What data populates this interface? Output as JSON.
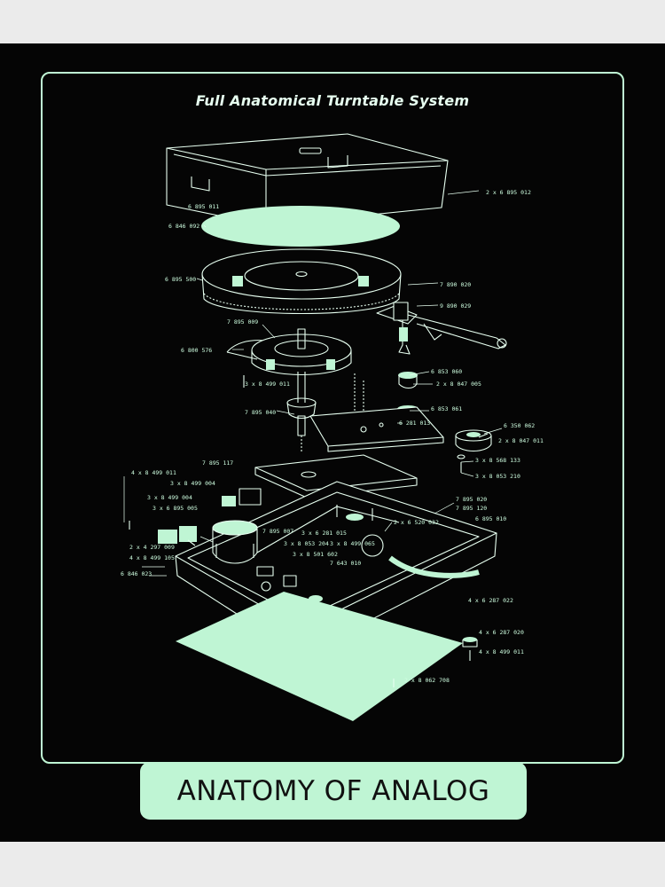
{
  "poster": {
    "subtitle": "Full Anatomical Turntable System",
    "title": "ANATOMY OF ANALOG"
  },
  "colors": {
    "background": "#050505",
    "accent": "#bff5d4",
    "line": "#e7fff0",
    "page": "#ebebeb"
  },
  "part_labels": [
    "2 x 6 895 012",
    "6 895 011",
    "6 846 092",
    "6 895 500",
    "7 890 020",
    "9 890 029",
    "7 895 009",
    "6 800 576",
    "3 x 8 499 011",
    "6 853 060",
    "2 x 8 047 005",
    "7 895 040",
    "6 853 061",
    "6 281 013",
    "6 350 062",
    "2 x 8 047 011",
    "7 895 117",
    "4 x 8 499 011",
    "3 x 8 499 004",
    "3 x 8 499 004",
    "3 x 6 895 005",
    "3 x 8 568 133",
    "3 x 8 053 210",
    "7 895 020",
    "7 895 120",
    "6 895 010",
    "2 x 6 520 032",
    "2 x 4 297 009",
    "4 x 8 499 105",
    "7 895 007",
    "3 x 6 281 015",
    "3 x 8 053 204",
    "3 x 8 499 065",
    "3 x 8 501 602",
    "7 643 010",
    "6 846 023",
    "4 x 6 287 022",
    "4 x 6 287 020",
    "4 x 8 499 011",
    "2 x 8 062 708"
  ]
}
